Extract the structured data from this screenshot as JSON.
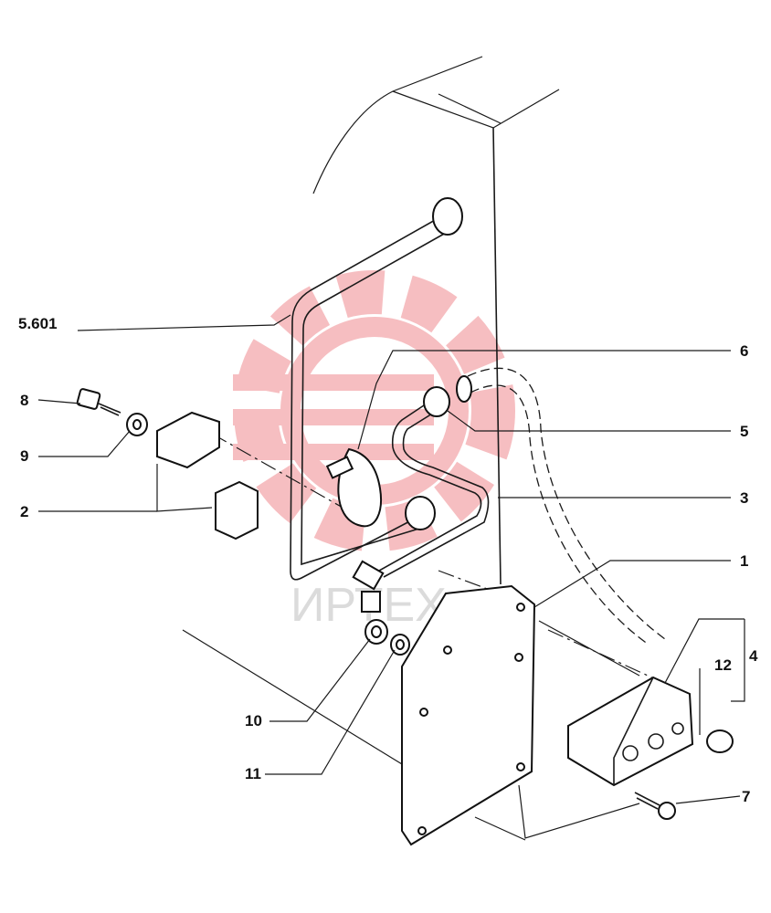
{
  "diagram": {
    "callouts": {
      "c5601": "5.601",
      "c6": "6",
      "c8": "8",
      "c9": "9",
      "c5": "5",
      "c2": "2",
      "c3": "3",
      "c1": "1",
      "c4": "4",
      "c12": "12",
      "c10": "10",
      "c11": "11",
      "c7": "7"
    },
    "watermark": {
      "text": "ИРТЕХ",
      "color": "#e8484f"
    }
  }
}
